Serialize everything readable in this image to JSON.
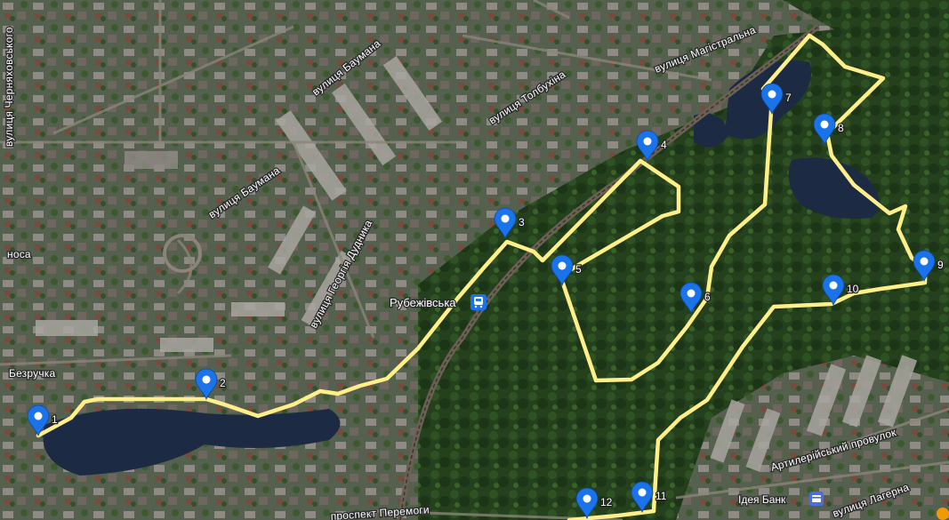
{
  "map": {
    "colors": {
      "route": "#ffef8a",
      "marker": "#1a73e8",
      "water": "#1c2a44",
      "forest": "#26401d",
      "urban": "#5b6356",
      "rail": "#6b6054"
    },
    "station": {
      "name": "Рубежівська",
      "icon": "train-station-icon"
    },
    "poi": {
      "name": "Ідея Банк",
      "icon": "bank-icon"
    },
    "streets": [
      {
        "name": "вулиця Черняховського"
      },
      {
        "name": "вулиця Баумана"
      },
      {
        "name": "вулиця Баумана"
      },
      {
        "name": "вулиця Толбухіна"
      },
      {
        "name": "вулиця Магістральна"
      },
      {
        "name": "вулиця Георгія Дудника"
      },
      {
        "name": "носа"
      },
      {
        "name": "Безручка"
      },
      {
        "name": "Артилерійський провулок"
      },
      {
        "name": "проспект Перемоги"
      },
      {
        "name": "вулиця Лагерна"
      }
    ],
    "markers": [
      {
        "label": "1"
      },
      {
        "label": "2"
      },
      {
        "label": "3"
      },
      {
        "label": "4"
      },
      {
        "label": "5"
      },
      {
        "label": "6"
      },
      {
        "label": "7"
      },
      {
        "label": "8"
      },
      {
        "label": "9"
      },
      {
        "label": "10"
      },
      {
        "label": "11"
      },
      {
        "label": "12"
      }
    ]
  }
}
